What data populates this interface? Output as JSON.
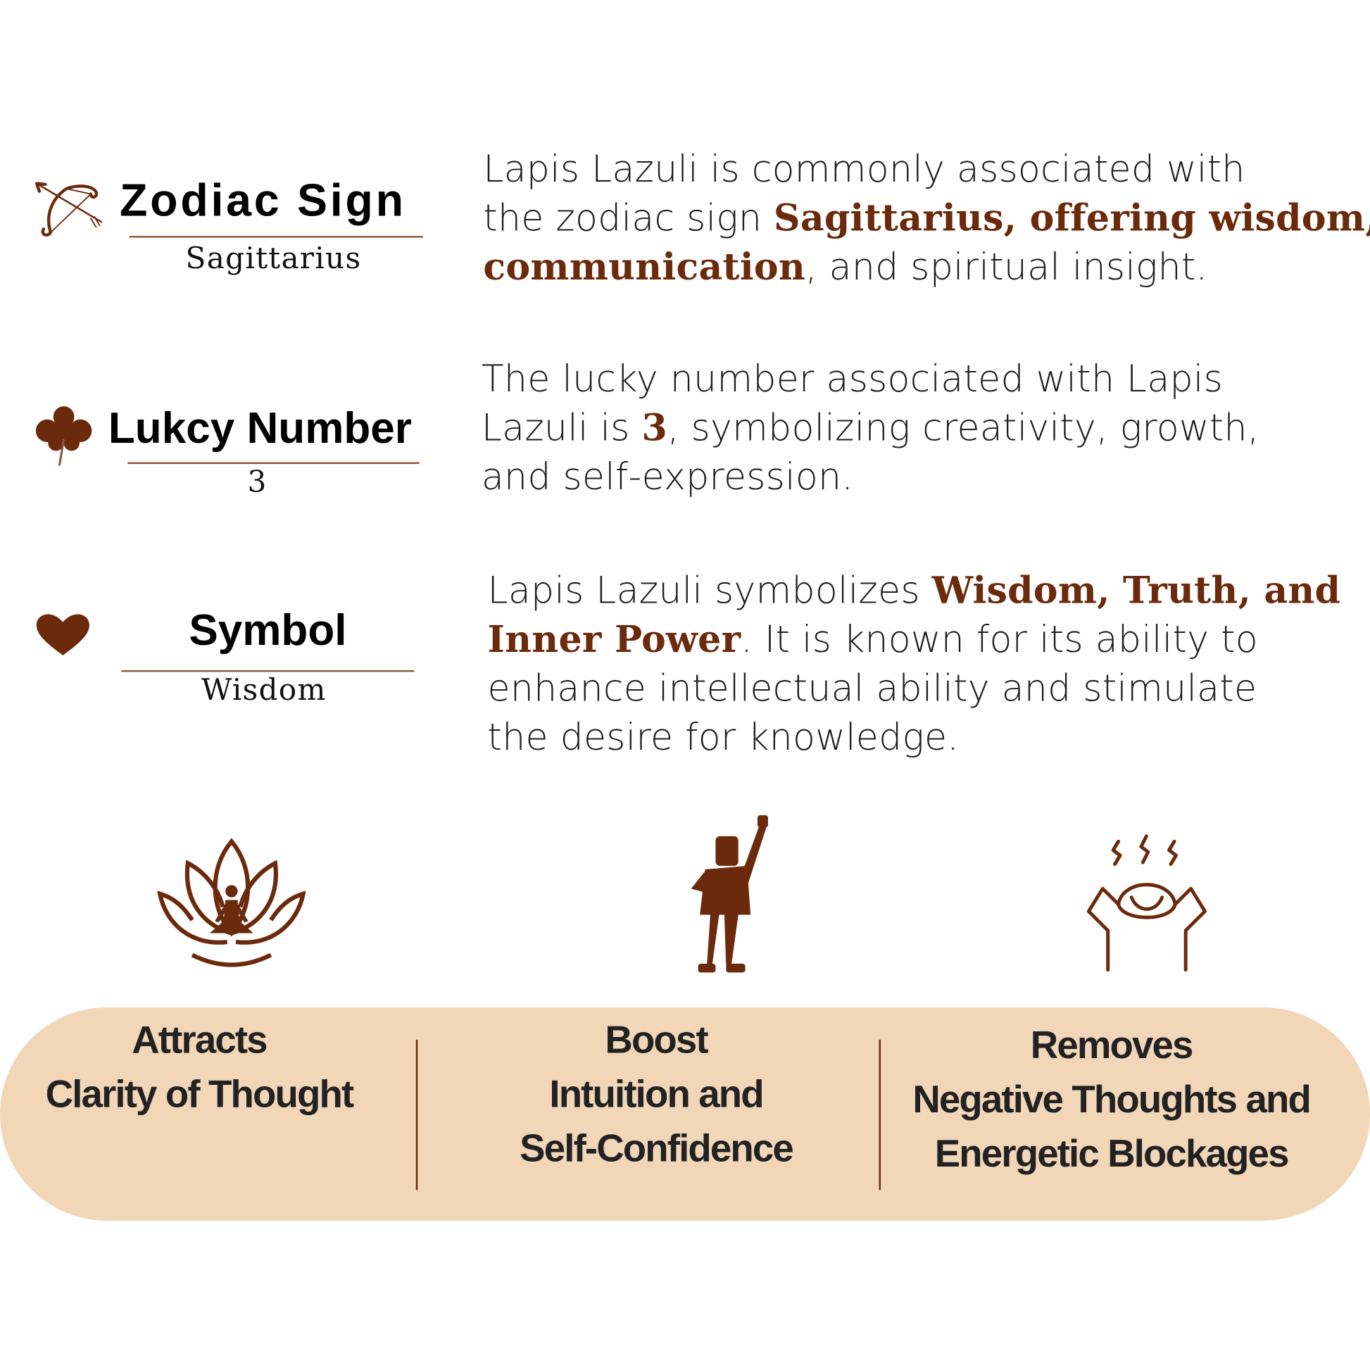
{
  "colors": {
    "accent": "#6b2a0c",
    "pill": "#f2d6b8"
  },
  "zodiac": {
    "icon": "bow-arrow-icon",
    "title": "Zodiac Sign",
    "value": "Sagittarius",
    "text": {
      "p1": "Lapis Lazuli is commonly associated with",
      "p2": "the zodiac sign ",
      "h1": "Sagittarius, offering wisdom,",
      "h2": "communication",
      "p3": ", and spiritual insight."
    }
  },
  "lucky": {
    "icon": "clover-icon",
    "title": "Lukcy Number",
    "value": "3",
    "text": {
      "p1": "The lucky number associated with Lapis",
      "p2": "Lazuli is ",
      "h1": "3",
      "p3": ", symbolizing creativity, growth,",
      "p4": "and self-expression."
    }
  },
  "symbol": {
    "icon": "heart-icon",
    "title": "Symbol",
    "value": "Wisdom",
    "text": {
      "p1": "Lapis Lazuli symbolizes ",
      "h1": "Wisdom, Truth, and",
      "h2": "Inner Power",
      "p2": ". It is known for its ability to",
      "p3": "enhance intellectual ability and stimulate",
      "p4": "the desire for knowledge."
    }
  },
  "benefits": [
    {
      "icon": "meditation-lotus-icon",
      "lines": [
        "Attracts",
        "Clarity of Thought"
      ]
    },
    {
      "icon": "raised-fist-person-icon",
      "lines": [
        "Boost",
        "Intuition and",
        "Self-Confidence"
      ]
    },
    {
      "icon": "stressed-head-icon",
      "lines": [
        "Removes",
        "Negative Thoughts and",
        "Energetic Blockages"
      ]
    }
  ]
}
